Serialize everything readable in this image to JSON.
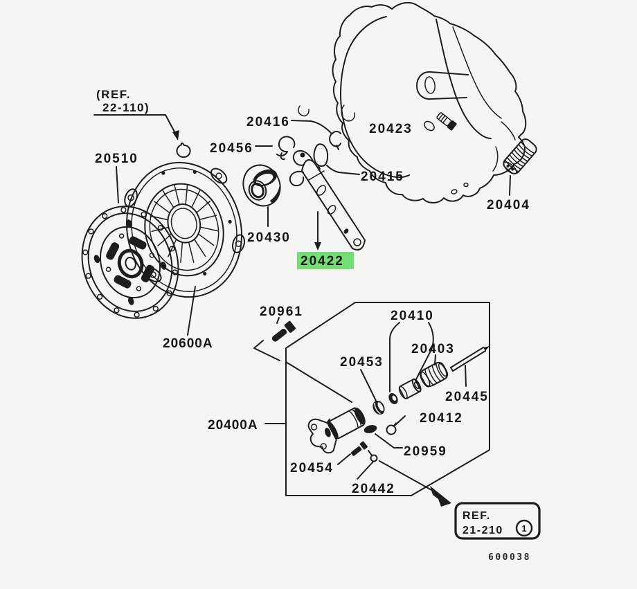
{
  "diagram": {
    "drawing_number": "600038",
    "highlight": {
      "part_number": "20422",
      "color": "#74df74"
    },
    "references": {
      "top": {
        "line1": "(REF.",
        "line2": "22-110)"
      },
      "bottom": {
        "line1": "REF.",
        "line2": "21-210",
        "badge": "1"
      }
    },
    "labels": {
      "p20510": "20510",
      "p20600A": "20600A",
      "p20430": "20430",
      "p20422": "20422",
      "p20416": "20416",
      "p20456": "20456",
      "p20415": "20415",
      "p20423": "20423",
      "p20404": "20404",
      "p20961": "20961",
      "p20410": "20410",
      "p20403": "20403",
      "p20453": "20453",
      "p20445": "20445",
      "p20412": "20412",
      "p20400A": "20400A",
      "p20959": "20959",
      "p20454": "20454",
      "p20442": "20442"
    }
  }
}
